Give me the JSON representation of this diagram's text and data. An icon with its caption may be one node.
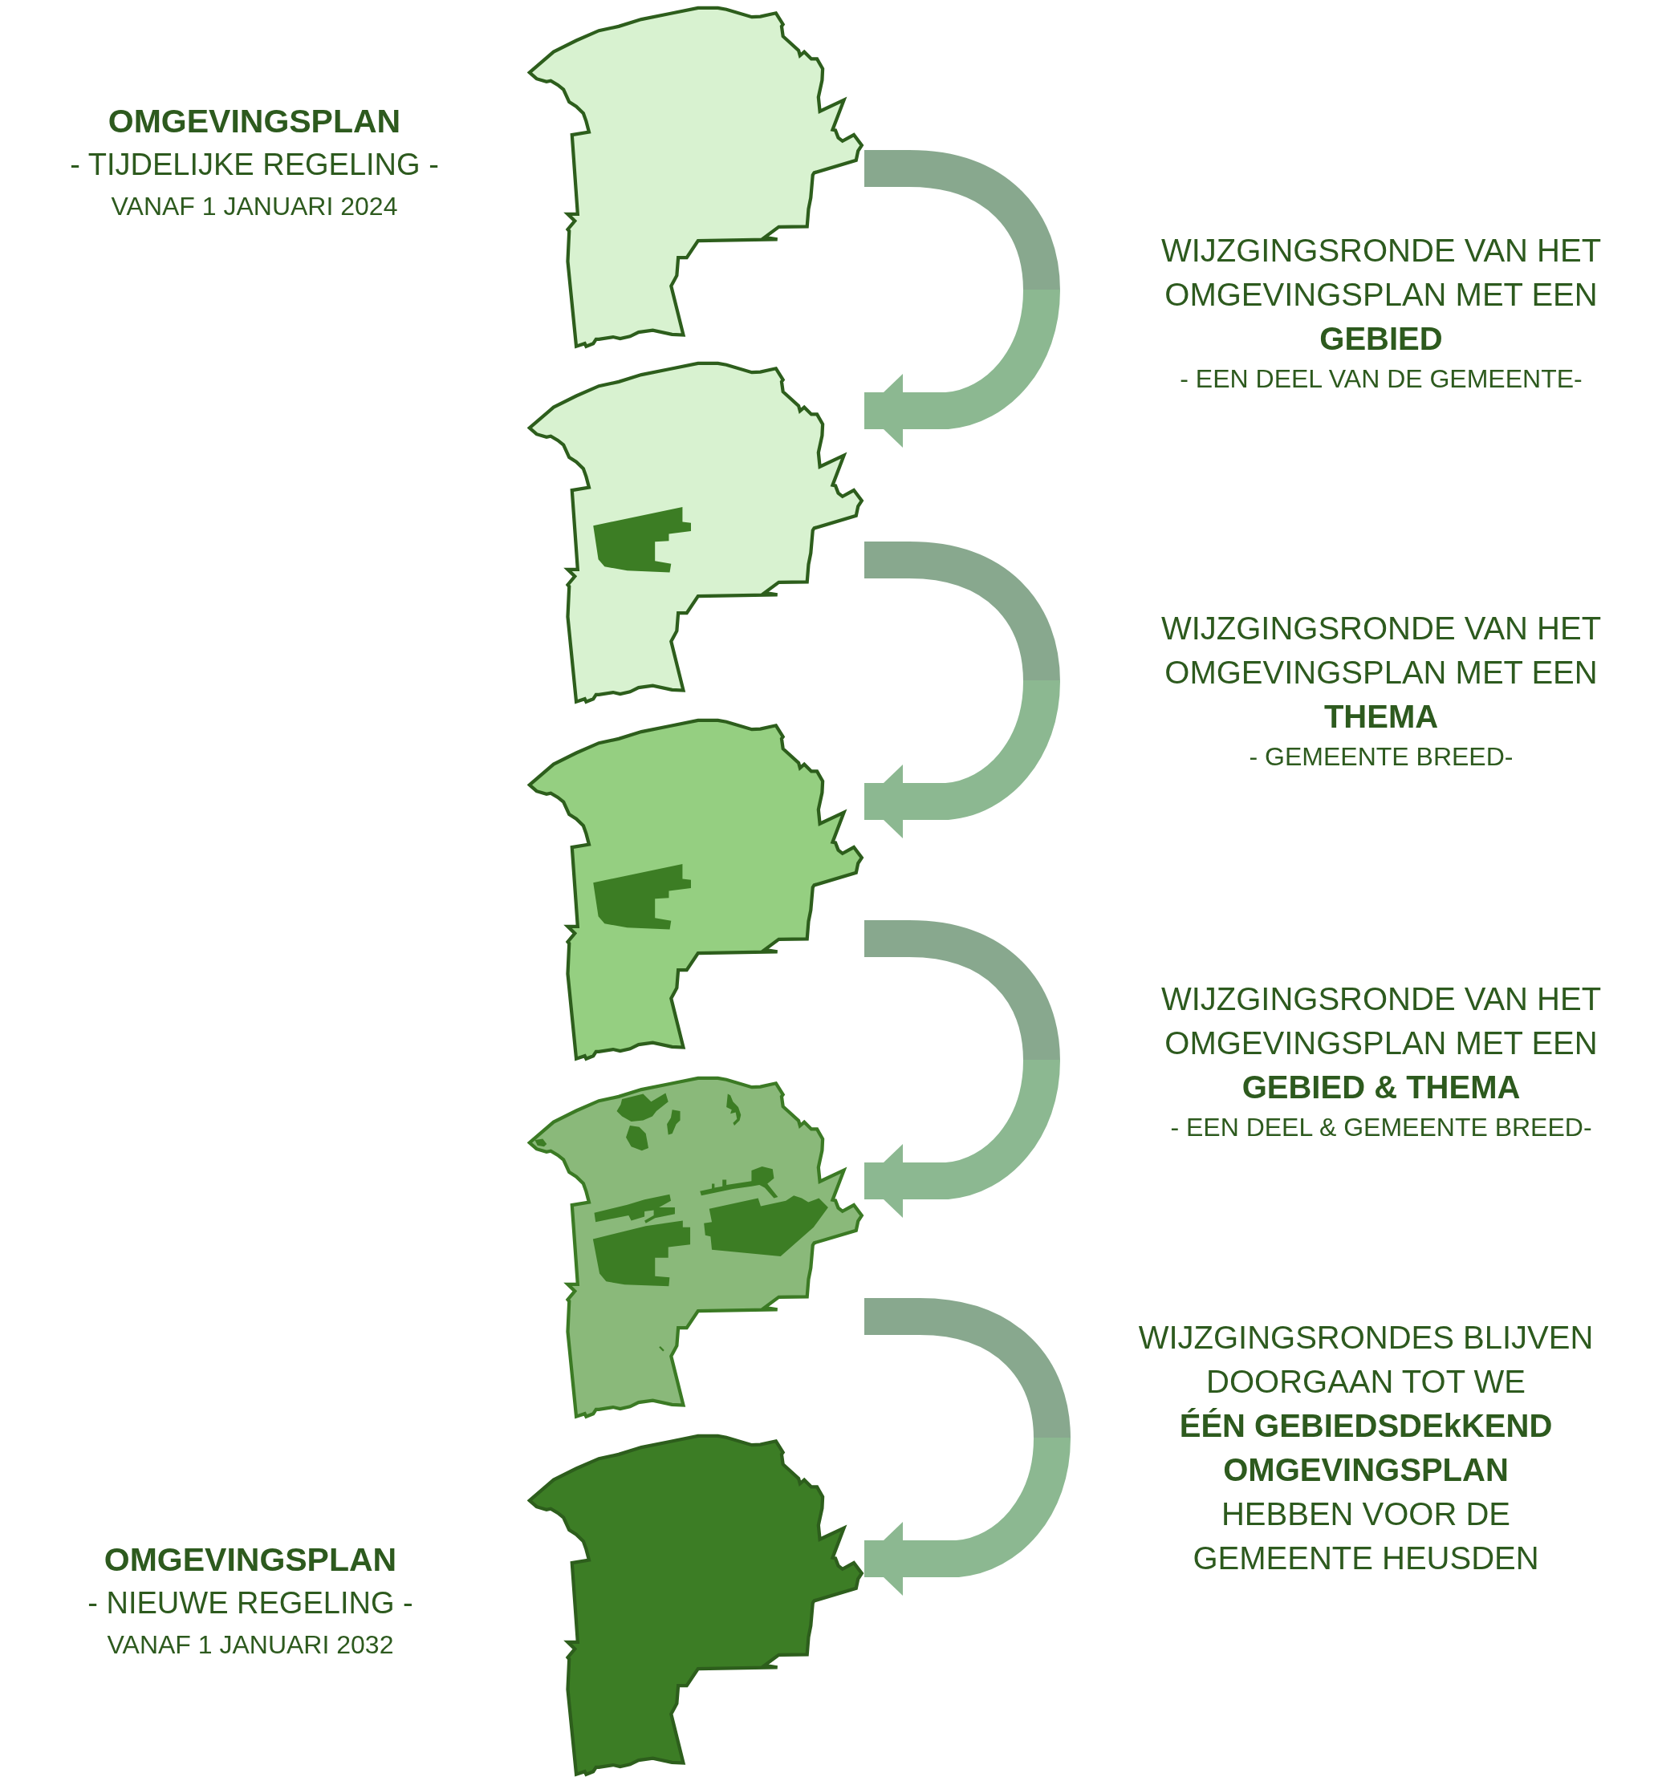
{
  "diagram": {
    "nodes": [
      {
        "text": [],
        "shape": "map",
        "beside": [
          "OMGEVINGSPLAN",
          "- TIJDELIJKE REGELING -",
          "VANAF 1 JANUARI 2024"
        ]
      },
      {
        "text": [],
        "shape": "map"
      },
      {
        "text": [],
        "shape": "map"
      },
      {
        "text": [],
        "shape": "map"
      },
      {
        "text": [],
        "shape": "map",
        "beside": [
          "OMGEVINGSPLAN",
          "- NIEUWE REGELING -",
          "VANAF 1 JANUARI 2032"
        ]
      }
    ],
    "edges": [
      {
        "from": 0,
        "to": 1,
        "arrow": "to",
        "label": "WIJZGINGSRONDE VAN HET OMGEVINGSPLAN MET EEN **GEBIED**"
      },
      {
        "from": 1,
        "to": 2,
        "arrow": "to",
        "label": "WIJZGINGSRONDE VAN HET OMGEVINGSPLAN MET EEN **THEMA**"
      },
      {
        "from": 2,
        "to": 3,
        "arrow": "to",
        "label": "WIJZGINGSRONDE VAN HET OMGEVINGSPLAN MET EEN **GEBIED & THEMA**"
      },
      {
        "from": 3,
        "to": 4,
        "arrow": "to",
        "label": "WIJZGINGSRONDES BLIJVEN DOORGAAN TOT WE **ÉÉN GEBIEDSDEkKEND OMGEVINGSPLAN** HEBBEN VOOR DE GEMEENTE HEUSDEN"
      }
    ],
    "labels": [
      "- EEN DEEL VAN DE GEMEENTE-",
      "- GEMEENTE BREED-",
      "- EEN DEEL & GEMEENTE BREED-"
    ]
  }
}
